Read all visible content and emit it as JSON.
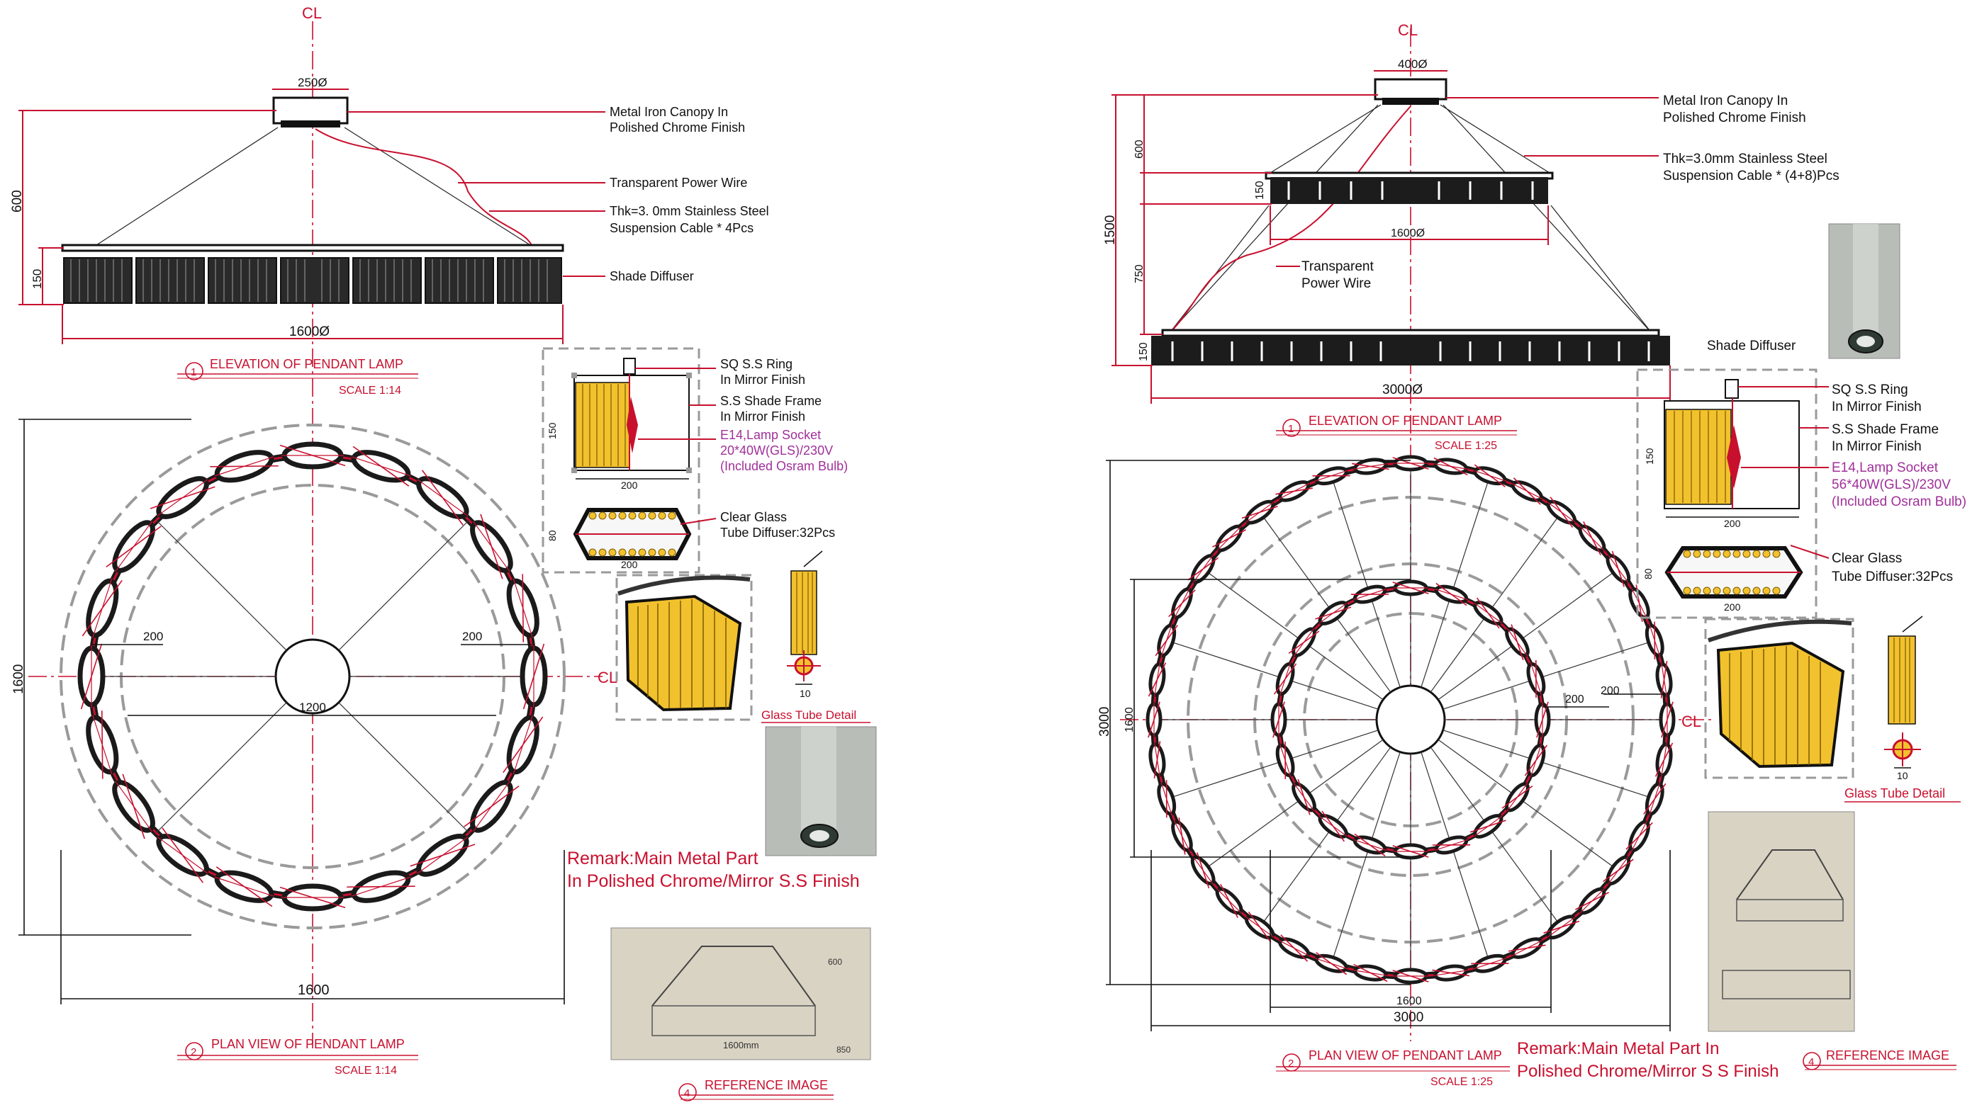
{
  "left": {
    "cl_top": "CL",
    "cl_side": "CL",
    "canopy_dim": "250Ø",
    "height_600": "600",
    "height_150": "150",
    "width_1600": "1600Ø",
    "notes": {
      "canopy_1": "Metal Iron Canopy In",
      "canopy_2": "Polished Chrome Finish",
      "wire": "Transparent Power Wire",
      "cable_1": "Thk=3. 0mm Stainless Steel",
      "cable_2": "Suspension Cable  * 4Pcs",
      "shade": "Shade Diffuser"
    },
    "elevation_num": "1",
    "elevation_title": "ELEVATION OF PENDANT LAMP",
    "elevation_scale": "SCALE 1:14",
    "plan": {
      "dim_1600_v": "1600",
      "dim_1600_h": "1600",
      "dim_200_l": "200",
      "dim_200_r": "200",
      "dim_1200": "1200"
    },
    "plan_num": "2",
    "plan_title": "PLAN VIEW OF PENDANT LAMP",
    "plan_scale": "SCALE 1:14",
    "detail": {
      "ring_1": "SQ S.S Ring",
      "ring_2": "In Mirror Finish",
      "frame_1": "S.S Shade Frame",
      "frame_2": "In Mirror Finish",
      "socket_1": "E14,Lamp Socket",
      "socket_2": "20*40W(GLS)/230V",
      "socket_3": "(Included Osram Bulb)",
      "glass_1": "Clear Glass",
      "glass_2": "Tube Diffuser:32Pcs",
      "d150": "150",
      "d200a": "200",
      "d80": "80",
      "d200b": "200",
      "d10": "10",
      "tube_title": "Glass Tube Detail"
    },
    "remark_1": "Remark:Main Metal Part",
    "remark_2": "In Polished Chrome/Mirror S.S Finish",
    "ref_num": "4",
    "ref_title": "REFERENCE IMAGE",
    "sketch_1": "600",
    "sketch_2": "1600mm",
    "sketch_3": "850"
  },
  "right": {
    "cl_top": "CL",
    "cl_side": "CL",
    "canopy_dim": "400Ø",
    "h_1500": "1500",
    "h_600": "600",
    "h_150a": "150",
    "h_750": "750",
    "h_150b": "150",
    "w_1600": "1600Ø",
    "w_3000": "3000Ø",
    "notes": {
      "canopy_1": "Metal Iron Canopy In",
      "canopy_2": "Polished Chrome Finish",
      "cable_1": "Thk=3.0mm Stainless Steel",
      "cable_2": "Suspension Cable  * (4+8)Pcs",
      "wire_1": "Transparent",
      "wire_2": "Power Wire",
      "shade": "Shade Diffuser"
    },
    "elevation_num": "1",
    "elevation_title": "ELEVATION OF PENDANT LAMP",
    "elevation_scale": "SCALE 1:25",
    "plan": {
      "dim_3000_v": "3000",
      "dim_1600_v": "1600",
      "dim_1600_h": "1600",
      "dim_3000_h": "3000",
      "dim_200_a": "200",
      "dim_200_b": "200"
    },
    "plan_num": "2",
    "plan_title": "PLAN VIEW OF PENDANT LAMP",
    "plan_scale": "SCALE 1:25",
    "detail": {
      "ring_1": "SQ S.S Ring",
      "ring_2": "In Mirror Finish",
      "frame_1": "S.S Shade Frame",
      "frame_2": "In Mirror Finish",
      "socket_1": "E14,Lamp Socket",
      "socket_2": "56*40W(GLS)/230V",
      "socket_3": "(Included Osram Bulb)",
      "glass_1": "Clear Glass",
      "glass_2": "Tube Diffuser:32Pcs",
      "d150": "150",
      "d200a": "200",
      "d80": "80",
      "d200b": "200",
      "d10": "10",
      "tube_title": "Glass Tube Detail"
    },
    "remark_1": "Remark:Main Metal Part In",
    "remark_2": "Polished Chrome/Mirror S S Finish",
    "ref_num": "4",
    "ref_title": "REFERENCE IMAGE"
  },
  "colors": {
    "dimension_red": "#c8102e",
    "socket_magenta": "#a0309a",
    "ink": "#111111",
    "glass_yellow": "#f2c12e",
    "dash_gray": "#9a9a9a"
  }
}
